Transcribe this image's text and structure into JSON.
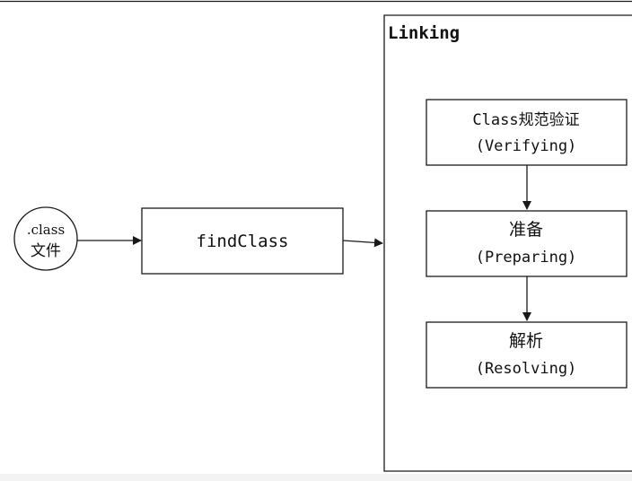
{
  "source_node": {
    "line1": ".class",
    "line2": "文件"
  },
  "find_class_box": {
    "label": "findClass"
  },
  "linking_container": {
    "title": "Linking",
    "steps": [
      {
        "line1": "Class规范验证",
        "line2": "(Verifying)"
      },
      {
        "line1": "准备",
        "line2": "(Preparing)"
      },
      {
        "line1": "解析",
        "line2": "(Resolving)"
      }
    ]
  },
  "colors": {
    "stroke": "#1a1a1a",
    "text": "#111111",
    "background": "#ffffff",
    "bottom_strip": "#f3f3f3"
  }
}
